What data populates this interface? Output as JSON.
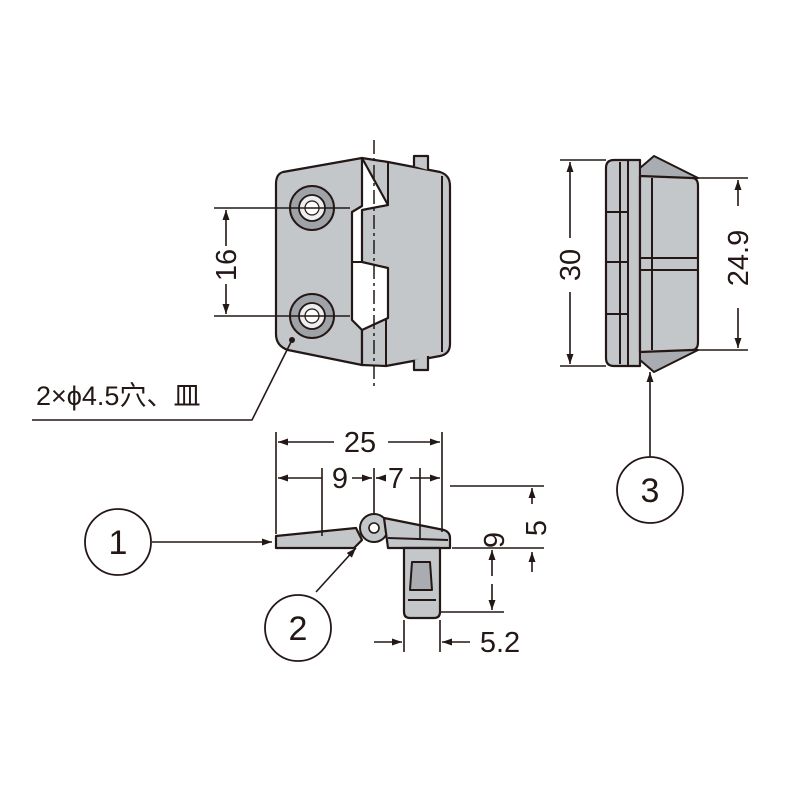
{
  "figure": {
    "dimensions": {
      "hole_pitch": "16",
      "height_total": "30",
      "height_body": "24.9",
      "width_total": "25",
      "offset_left": "9",
      "offset_right": "7",
      "thickness_a": "9",
      "thickness_b": "5",
      "tab_width": "5.2"
    },
    "hole_note": "2×ϕ4.5穴、皿",
    "callouts": [
      "1",
      "2",
      "3"
    ]
  }
}
